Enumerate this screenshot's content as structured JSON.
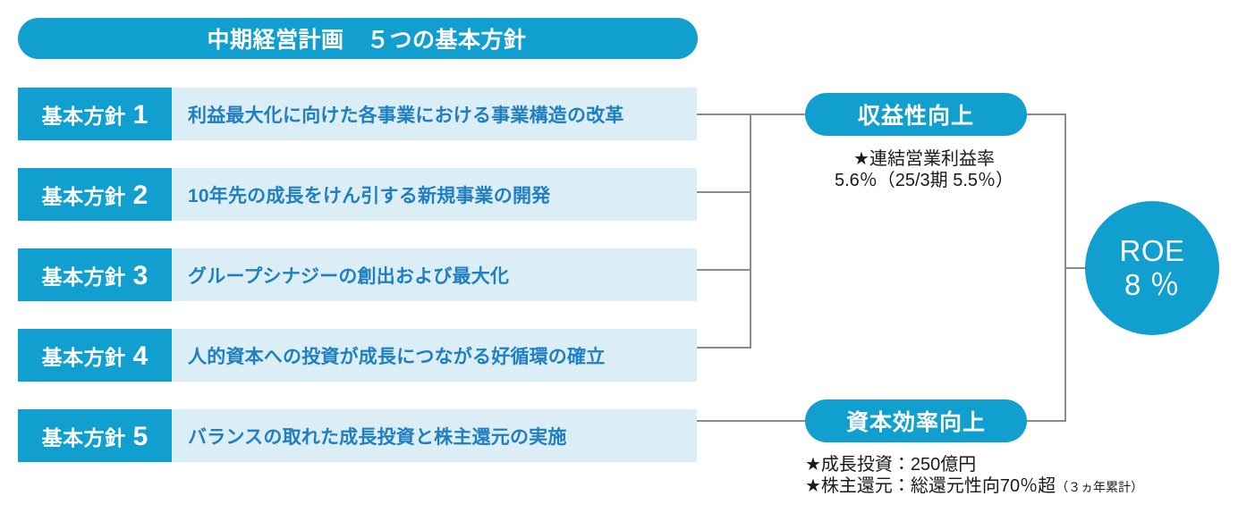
{
  "header": {
    "title": "中期経営計画　５つの基本方針"
  },
  "policies": [
    {
      "tag_word": "基本方針",
      "number": "1",
      "text": "利益最大化に向けた各事業における事業構造の改革"
    },
    {
      "tag_word": "基本方針",
      "number": "2",
      "text": "10年先の成長をけん引する新規事業の開発"
    },
    {
      "tag_word": "基本方針",
      "number": "3",
      "text": "グループシナジーの創出および最大化"
    },
    {
      "tag_word": "基本方針",
      "number": "4",
      "text": "人的資本への投資が成長につながる好循環の確立"
    },
    {
      "tag_word": "基本方針",
      "number": "5",
      "text": "バランスの取れた成長投資と株主還元の実施"
    }
  ],
  "outcomes": [
    {
      "label": "収益性向上",
      "metrics": [
        {
          "line": "★連結営業利益率",
          "indent": false,
          "small": ""
        },
        {
          "line": "5.6％（25/3期 5.5％）",
          "indent": true,
          "small": ""
        }
      ]
    },
    {
      "label": "資本効率向上",
      "metrics": [
        {
          "line": "★成長投資：250億円",
          "indent": false,
          "small": ""
        },
        {
          "line": "★株主還元：総還元性向70％超",
          "indent": false,
          "small": "（３ヵ年累計）"
        }
      ]
    }
  ],
  "goal": {
    "label": "ROE",
    "value": "8 ％"
  },
  "colors": {
    "brand_blue": "#109FCE",
    "body_fill": "#DCEEF5",
    "body_text": "#1F7FC0",
    "connector": "#8A8A8A",
    "note_text": "#1A1A1A"
  }
}
